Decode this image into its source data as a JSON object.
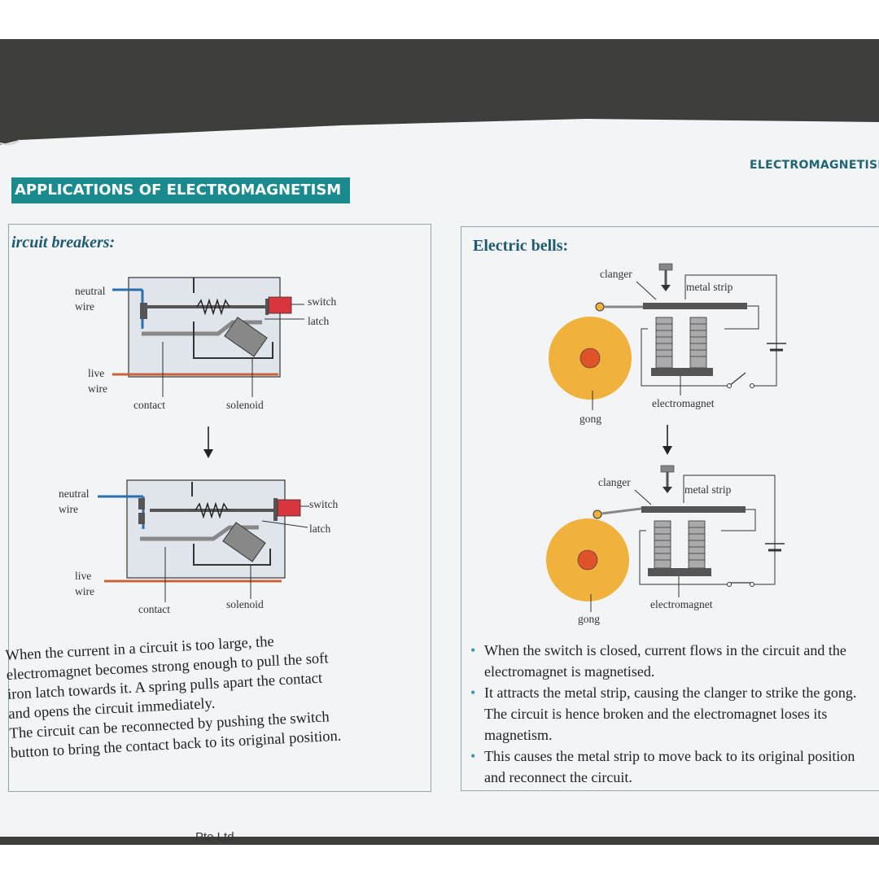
{
  "header": {
    "running_head": "ELECTROMAGNETISI",
    "chapter_title": "APPLICATIONS OF ELECTROMAGNETISM"
  },
  "circuit_breakers": {
    "heading": "ircuit breakers:",
    "diagram_top": {
      "neutral": "neutral",
      "wire_n": "wire",
      "live": "live",
      "wire_l": "wire",
      "switch": "switch",
      "latch": "latch",
      "contact": "contact",
      "solenoid": "solenoid"
    },
    "diagram_bottom": {
      "neutral": "neutral",
      "wire_n": "wire",
      "live": "live",
      "wire_l": "wire",
      "switch": "switch",
      "latch": "latch",
      "contact": "contact",
      "solenoid": "solenoid"
    },
    "paragraph": [
      "When the current in a circuit is too large, the",
      "electromagnet becomes strong enough to pull the soft",
      "iron latch towards it. A spring pulls apart the contact",
      "and opens the circuit immediately.",
      "The circuit can be reconnected by pushing the switch",
      "button to bring the contact back to its original position."
    ]
  },
  "electric_bells": {
    "heading": "Electric bells:",
    "diagram_top": {
      "clanger": "clanger",
      "metal_strip": "metal strip",
      "gong": "gong",
      "electromagnet": "electromagnet"
    },
    "diagram_bottom": {
      "clanger": "clanger",
      "metal_strip": "metal strip",
      "gong": "gong",
      "electromagnet": "electromagnet"
    },
    "bullets": [
      "When the switch is closed, current flows in the circuit and the electromagnet is magnetised.",
      "It attracts the metal strip, causing the clanger to strike the gong. The circuit is hence broken and the electromagnet loses its magnetism.",
      "This causes the metal strip to move back to its original position and reconnect the circuit."
    ]
  },
  "footer": {
    "publisher_fragment": "Pte Ltd"
  },
  "colors": {
    "title_bar": "#1a8a8e",
    "heading_text": "#1e5a72",
    "neutral_wire": "#2a6fb0",
    "live_wire": "#c8623a",
    "switch_button": "#d8363c",
    "gong_outer": "#f0b23c",
    "gong_center": "#e0522a"
  }
}
